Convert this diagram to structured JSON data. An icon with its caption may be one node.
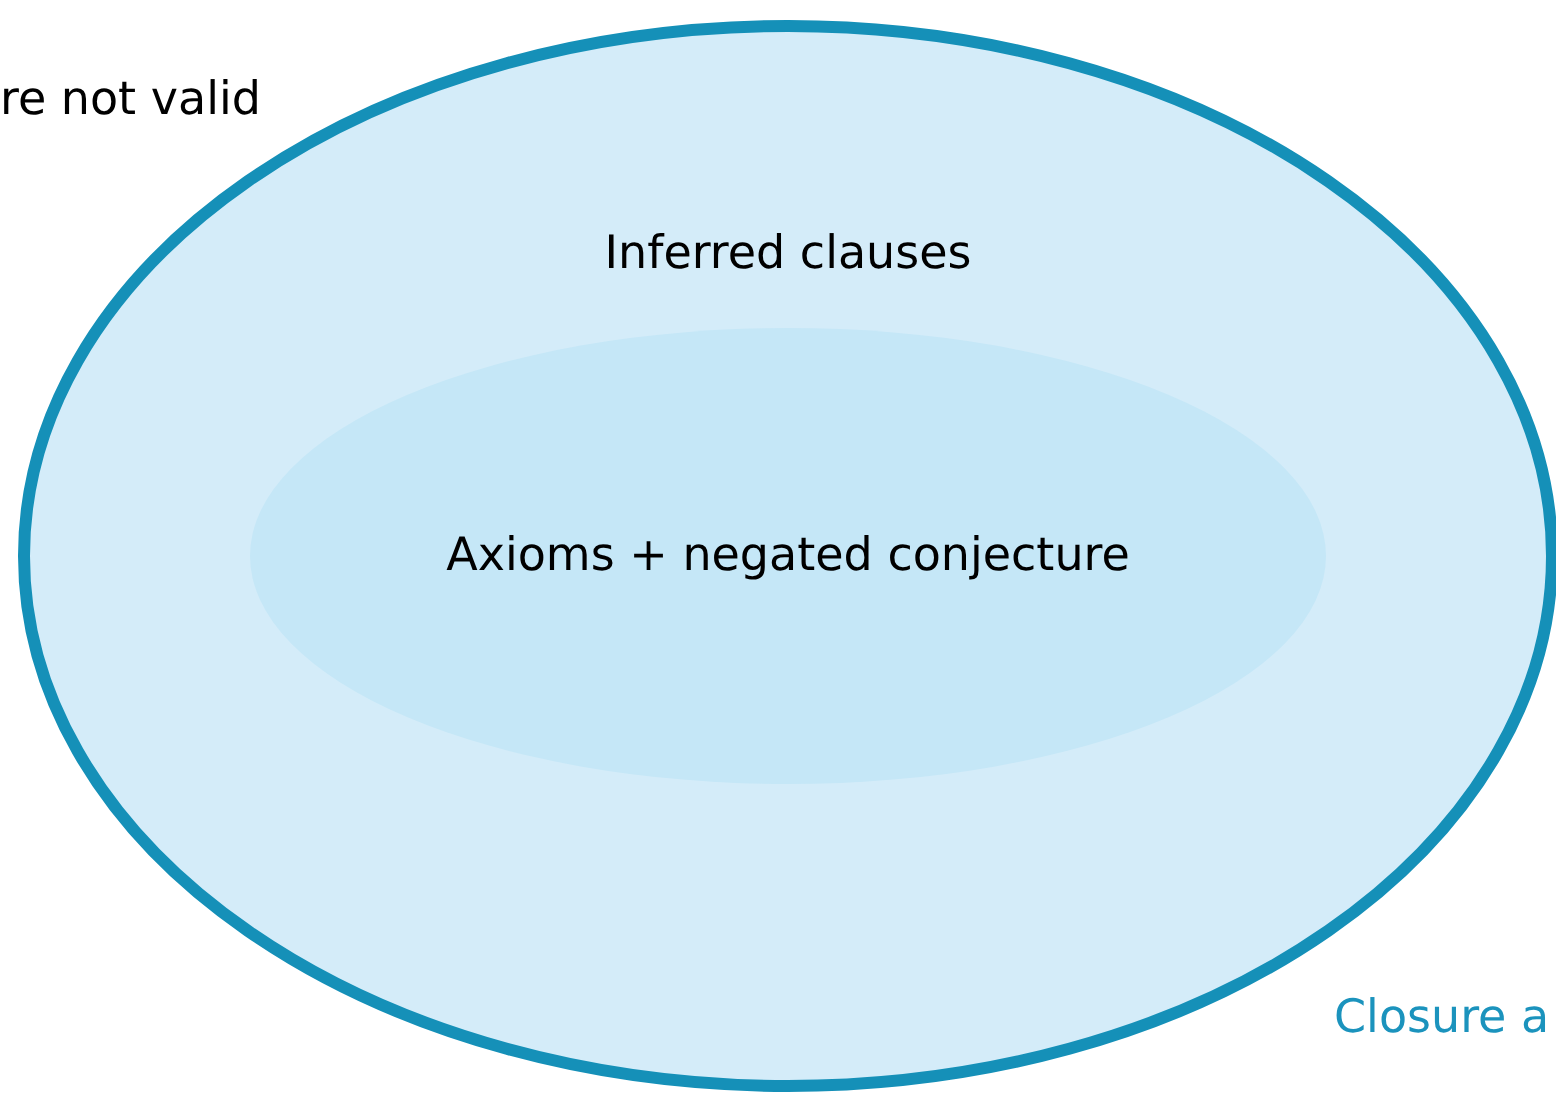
{
  "diagram": {
    "nodes": [
      {
        "text": [
          "Inferred clauses"
        ]
      },
      {
        "text": [
          "Axioms + negated conjecture"
        ],
        "in": 0
      }
    ],
    "edges": [],
    "labels": [
      "re not valid",
      "Closure a"
    ]
  }
}
